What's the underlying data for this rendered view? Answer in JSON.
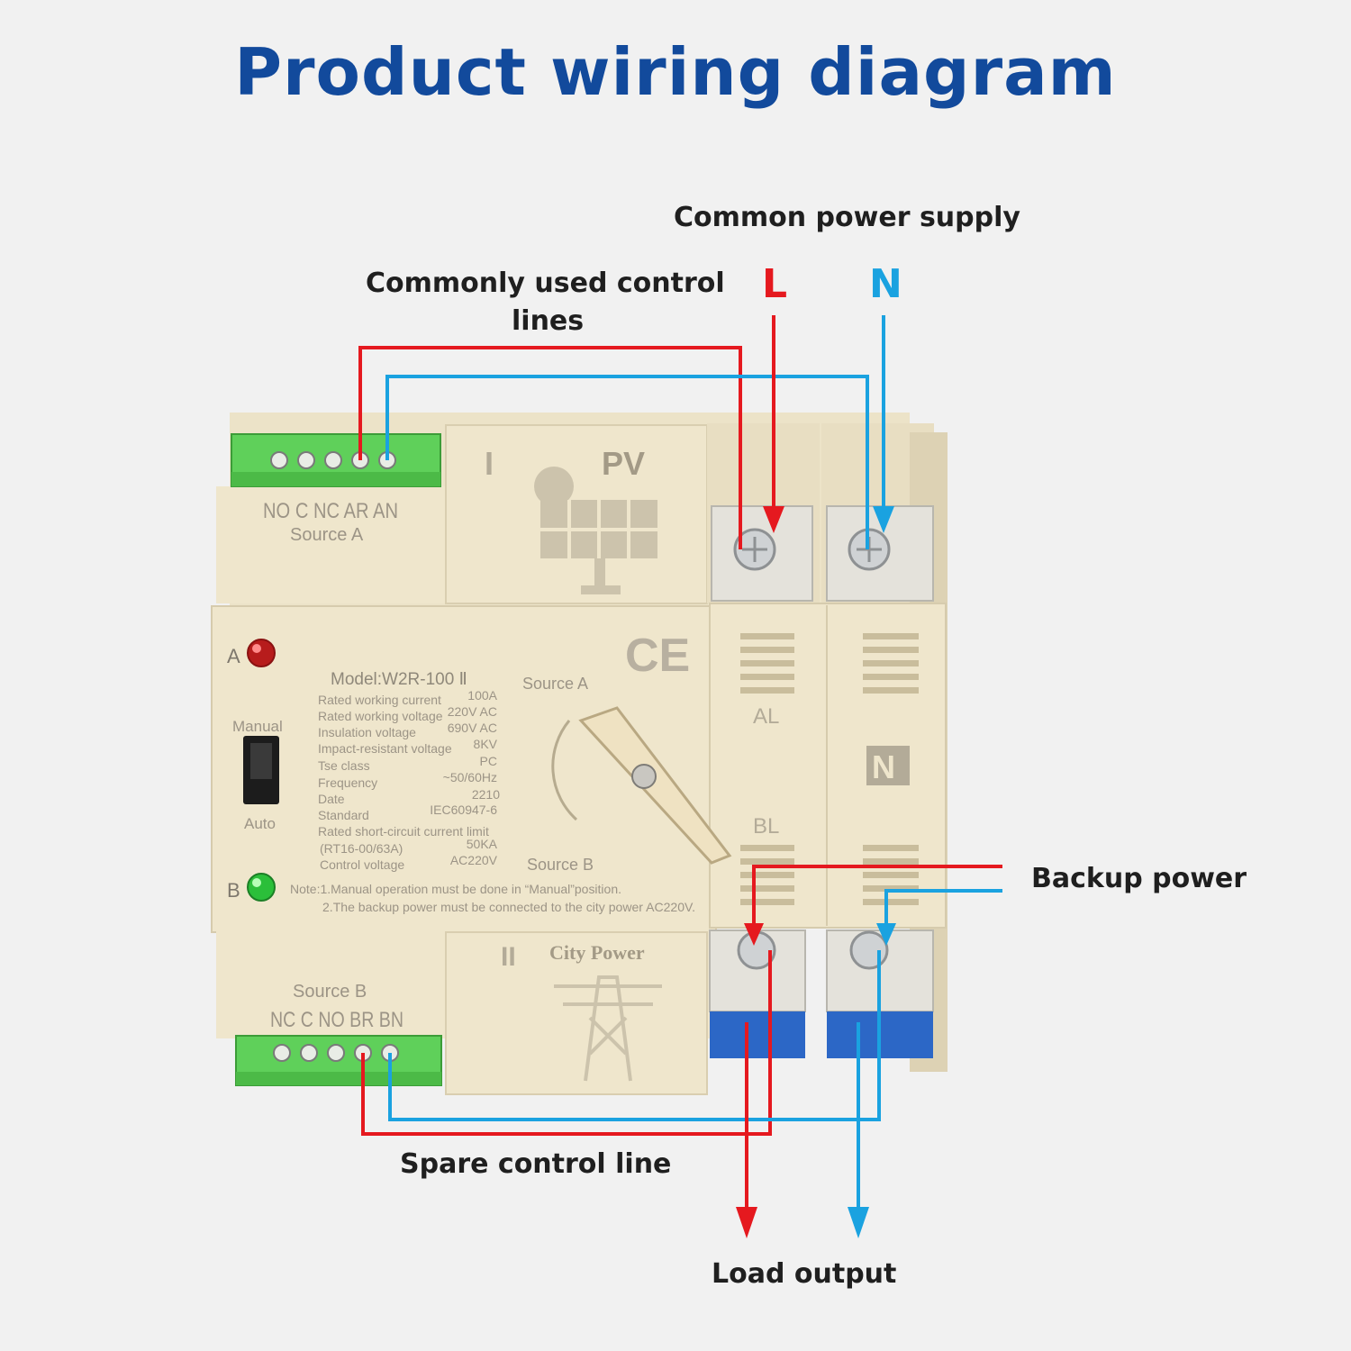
{
  "title": "Product wiring diagram",
  "labels": {
    "common_power_supply": "Common power supply",
    "common_control_line1": "Commonly used control",
    "common_control_line2": "lines",
    "L": "L",
    "N": "N",
    "backup_power": "Backup power",
    "spare_control_line": "Spare control line",
    "load_output": "Load output"
  },
  "device": {
    "terminal_a_labels": "NO C NC AR AN",
    "source_a": "Source A",
    "panel_a_roman": "I",
    "panel_a_name": "PV",
    "indicator_a": "A",
    "indicator_b": "B",
    "switch_manual": "Manual",
    "switch_auto": "Auto",
    "model": "Model:W2R-100 Ⅱ",
    "specs": [
      {
        "name": "Rated working current",
        "value": "100A"
      },
      {
        "name": "Rated working voltage",
        "value": "220V AC"
      },
      {
        "name": "Insulation voltage",
        "value": "690V AC"
      },
      {
        "name": "Impact-resistant voltage",
        "value": "8KV"
      },
      {
        "name": "Tse class",
        "value": "PC"
      },
      {
        "name": "Frequency",
        "value": "~50/60Hz"
      },
      {
        "name": "Date",
        "value": "2210"
      },
      {
        "name": "Standard",
        "value": "IEC60947-6"
      },
      {
        "name": "Rated short-circuit current limit",
        "value": ""
      },
      {
        "name": "(RT16-00/63A)",
        "value": "50KA"
      },
      {
        "name": "Control voltage",
        "value": "AC220V"
      }
    ],
    "note1": "Note:1.Manual operation must be done in “Manual”position.",
    "note2": "2.The backup power must be connected to the city power AC220V.",
    "knob_source_a": "Source A",
    "knob_source_b": "Source B",
    "ce_mark": "CE",
    "al_label": "AL",
    "bl_label": "BL",
    "n_label": "N",
    "panel_b_roman": "II",
    "panel_b_name": "City Power",
    "source_b": "Source B",
    "terminal_b_labels": "NC C NO BR BN"
  },
  "colors": {
    "title": "#124a9c",
    "live_wire": "#e5191f",
    "neutral_wire": "#1aa2e0",
    "device_body": "#efe6cc",
    "terminal_block": "#5fd05a",
    "breaker_blue": "#2c67c6"
  }
}
